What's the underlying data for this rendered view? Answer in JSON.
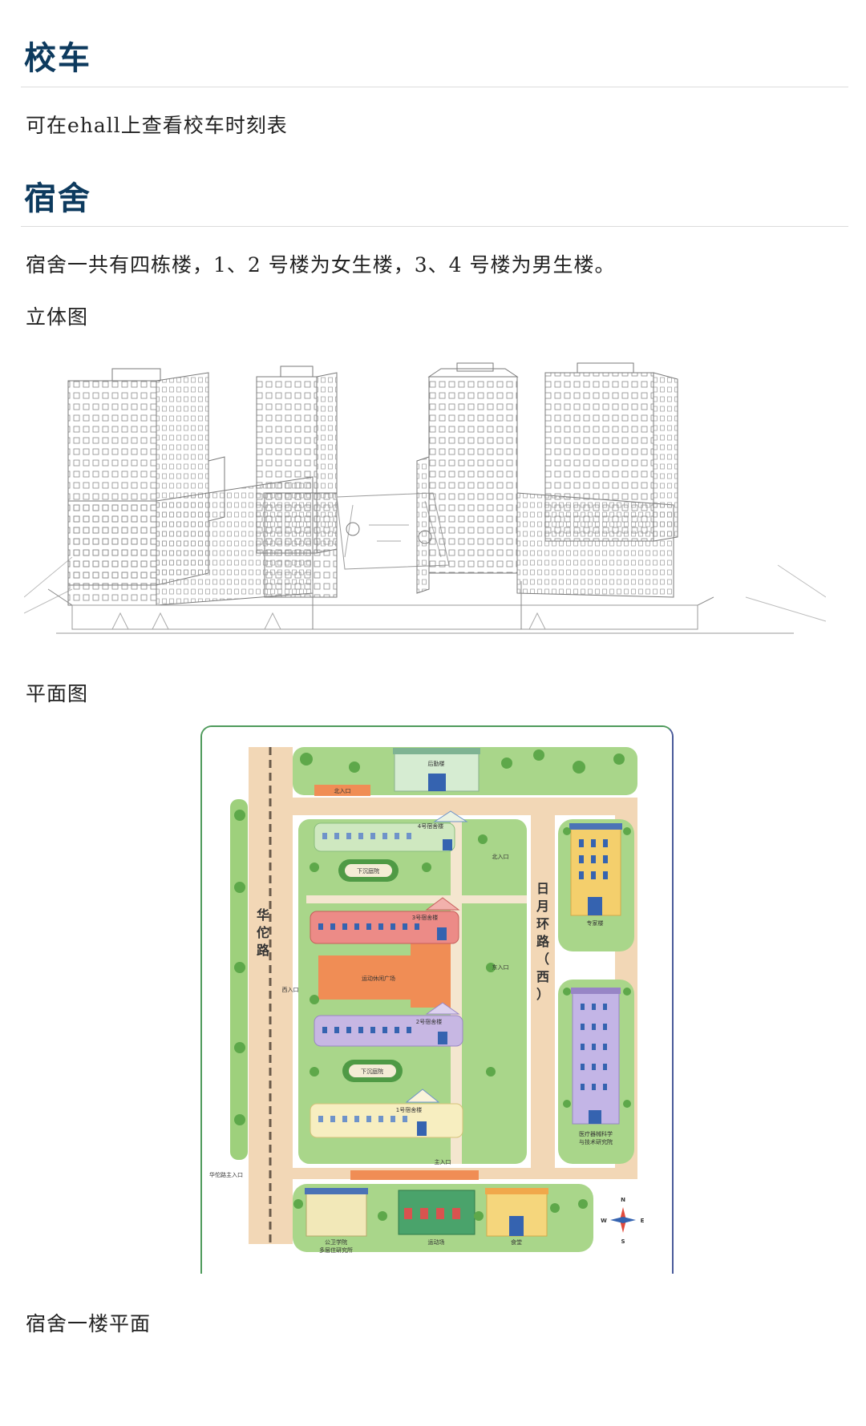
{
  "sections": [
    {
      "title": "校车",
      "text": "可在ehall上查看校车时刻表"
    },
    {
      "title": "宿舍",
      "text": "宿舍一共有四栋楼，1、2 号楼为女生楼，3、4 号楼为男生楼。"
    }
  ],
  "captions": {
    "iso": "立体图",
    "plan": "平面图",
    "floor1": "宿舍一楼平面"
  },
  "map": {
    "road_west": [
      "华",
      "佗",
      "路"
    ],
    "road_east": [
      "日",
      "月",
      "环",
      "路",
      "（",
      "西",
      "）"
    ],
    "top_building": "后勤楼",
    "dorm4": "4号宿舍楼",
    "dorm3": "3号宿舍楼",
    "dorm2": "2号宿舍楼",
    "dorm1": "1号宿舍楼",
    "garden": "下沉庭院",
    "plaza": "运动休闲广场",
    "east_upper": "专家楼",
    "east_lower_1": "医疗器械科学",
    "east_lower_2": "与技术研究院",
    "bottom_left_1": "公卫学院",
    "bottom_left_2": "多层住研究所",
    "bottom_mid": "运动场",
    "bottom_right": "食堂",
    "gate_north_top": "北入口",
    "gate_north_mid": "北入口",
    "gate_east": "东入口",
    "gate_west": "西入口",
    "gate_main": "主入口",
    "gate_south": "华佗路主入口",
    "compass_n": "N",
    "compass_s": "S",
    "compass_e": "E",
    "compass_w": "W"
  },
  "colors": {
    "heading": "#0d3a5e"
  }
}
